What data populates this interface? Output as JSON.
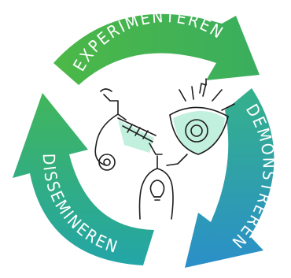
{
  "cycle": {
    "steps": [
      {
        "label": "EXPERIMENTEREN",
        "color": "#3db54a"
      },
      {
        "label": "DEMONSTREREN",
        "color": "#2b95c6"
      },
      {
        "label": "DISSEMINEREN",
        "color": "#2aa992"
      }
    ]
  },
  "illustration": {
    "icon": "microscope-lightbulb-head-icon"
  }
}
